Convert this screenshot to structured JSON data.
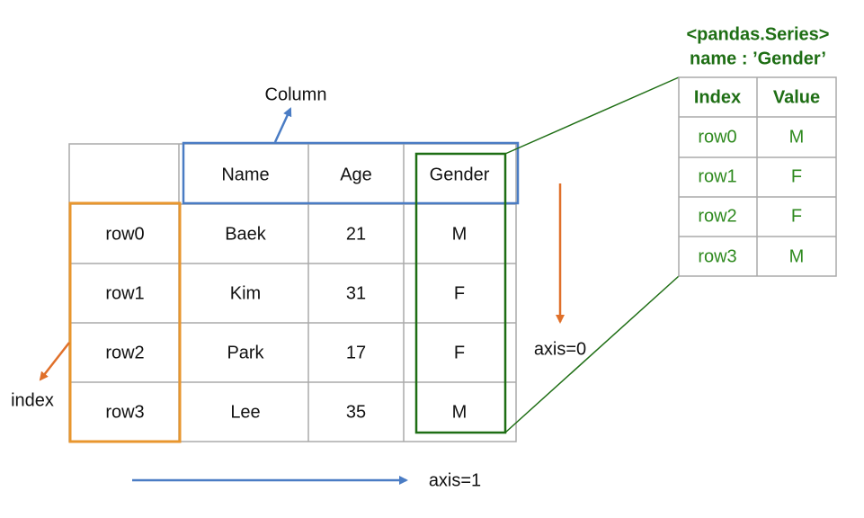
{
  "dataframe": {
    "columns": [
      "Name",
      "Age",
      "Gender"
    ],
    "rows": [
      {
        "index": "row0",
        "values": [
          "Baek",
          "21",
          "M"
        ]
      },
      {
        "index": "row1",
        "values": [
          "Kim",
          "31",
          "F"
        ]
      },
      {
        "index": "row2",
        "values": [
          "Park",
          "17",
          "F"
        ]
      },
      {
        "index": "row3",
        "values": [
          "Lee",
          "35",
          "M"
        ]
      }
    ]
  },
  "labels": {
    "column": "Column",
    "index": "index",
    "axis0": "axis=0",
    "axis1": "axis=1"
  },
  "series": {
    "title_line1": "<pandas.Series>",
    "title_line2": "name : ’Gender’",
    "headers": [
      "Index",
      "Value"
    ],
    "rows": [
      [
        "row0",
        "M"
      ],
      [
        "row1",
        "F"
      ],
      [
        "row2",
        "F"
      ],
      [
        "row3",
        "M"
      ]
    ]
  },
  "colors": {
    "grid": "#aaaaaa",
    "column_highlight": "#4a7cc4",
    "index_highlight": "#e8962e",
    "series_green": "#1e6e14",
    "series_text": "#2f8a1f",
    "arrow_orange": "#e0702a",
    "arrow_blue": "#4a7cc4"
  }
}
